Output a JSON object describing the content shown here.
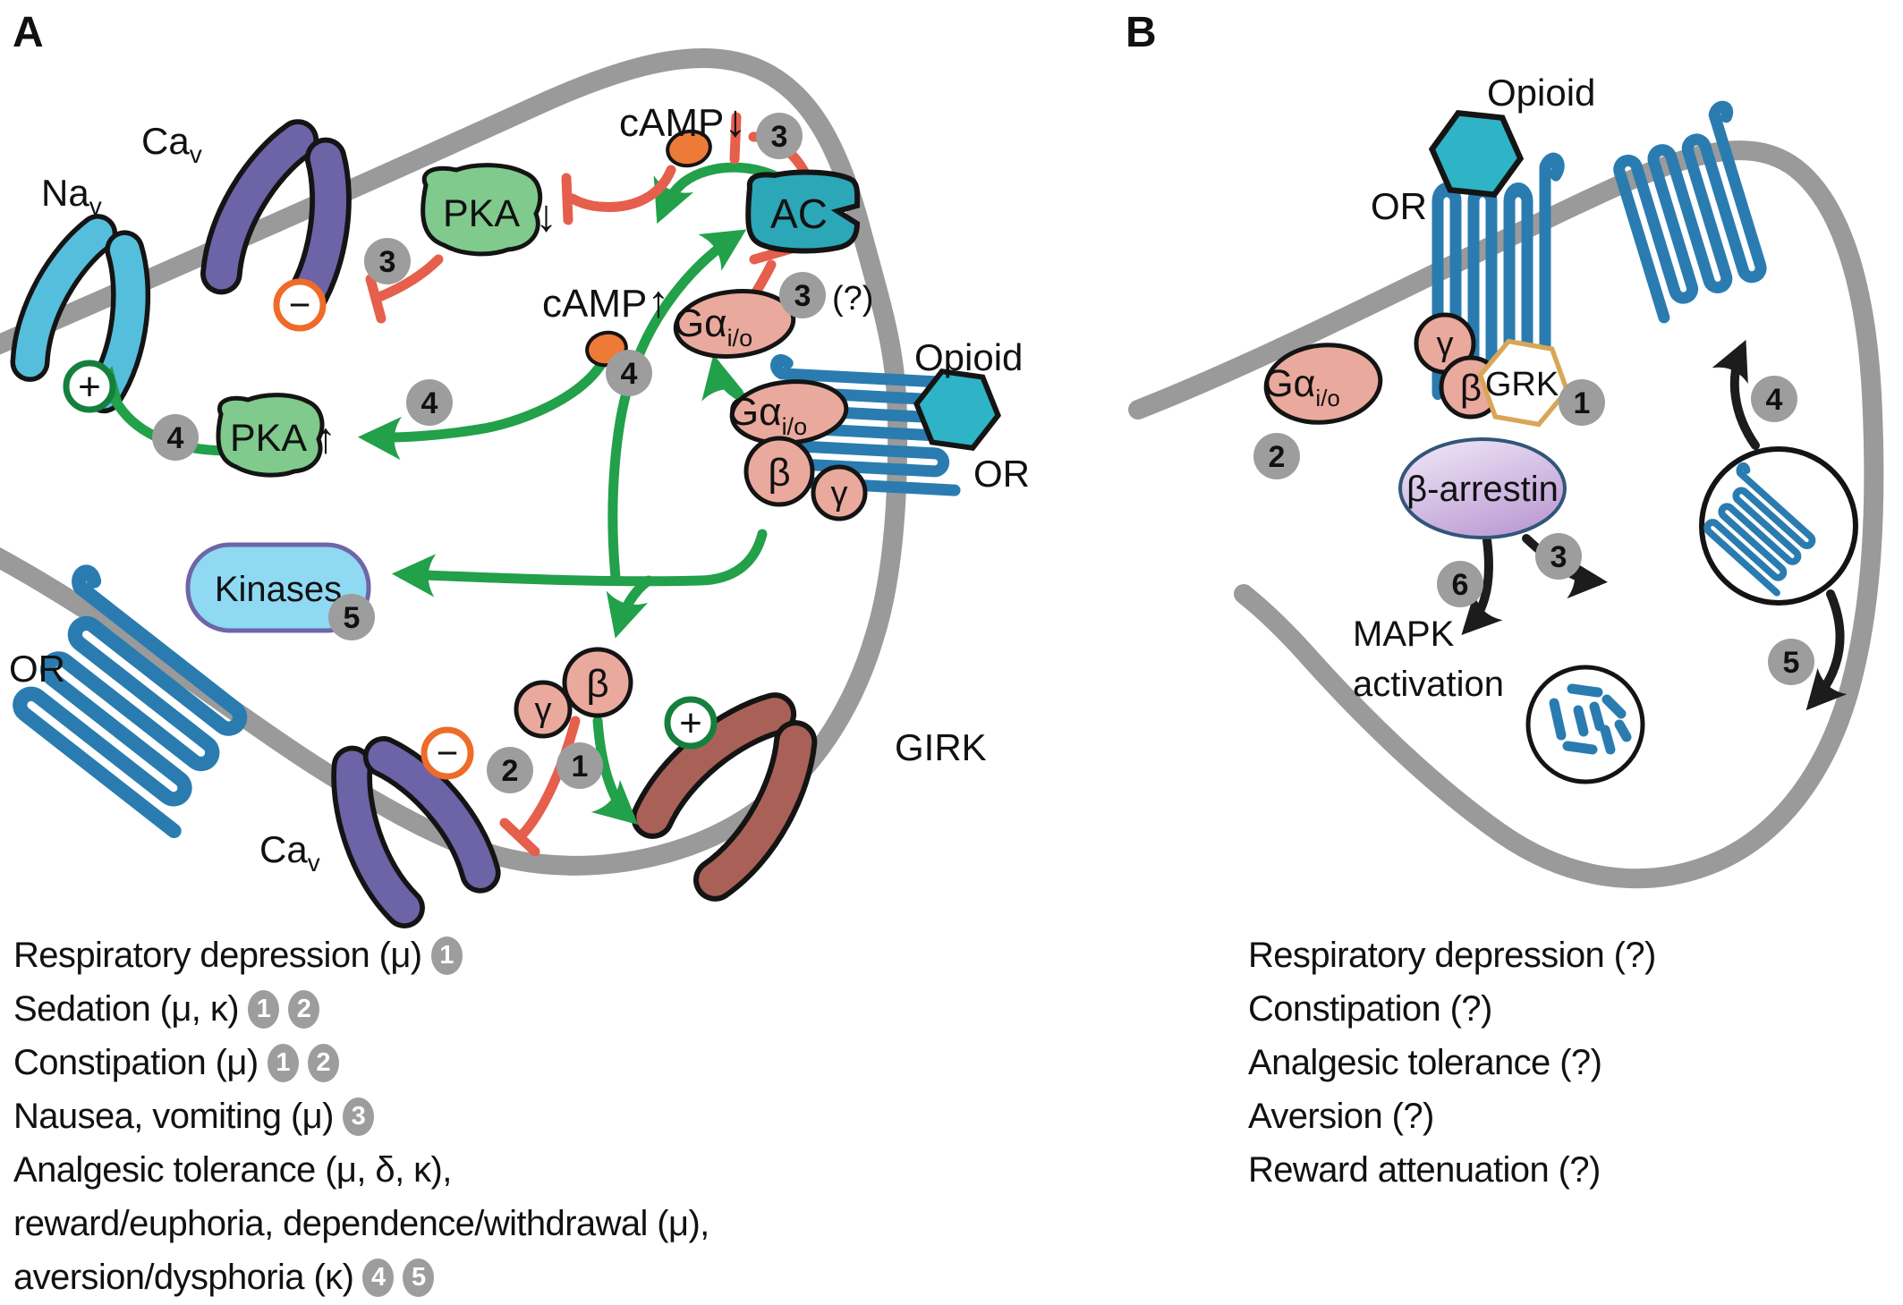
{
  "colors": {
    "membrane": "#9a9a9a",
    "receptor_blue": "#2a7cb0",
    "channel_cyan": "#56bedd",
    "channel_purple": "#6d63a7",
    "channel_brown": "#a96157",
    "pka_green": "#7fca8c",
    "ac_teal": "#2ba7b8",
    "kinases_blue": "#8fd9f2",
    "g_protein_pink": "#eaa99d",
    "camp_orange": "#ee7a38",
    "arrow_green": "#22a04a",
    "inhibit_red": "#e55f4c",
    "arrow_black": "#1c1c1c",
    "badge_gray": "#9d9d9d",
    "plus_green": "#157f3d",
    "minus_orange": "#ef6b28",
    "grk_gold": "#d8a656",
    "arrestin_purple": "#bfa0d6",
    "opioid_teal": "#2fb3c6"
  },
  "panelA": {
    "title": "A",
    "labels": {
      "nav": "Na",
      "nav_sub": "v",
      "cav_top": "Ca",
      "cav_top_sub": "v",
      "pka_upper": "PKA",
      "pka_upper_arrow": "↓",
      "camp_lowered": "cAMP",
      "camp_lowered_arrow": "↓",
      "ac": "AC",
      "camp_raised": "cAMP",
      "camp_raised_arrow": "↑",
      "pka_lower": "PKA",
      "pka_lower_arrow": "↑",
      "galpha_free": "Gα",
      "galpha_free_sub": "i/o",
      "galpha_free_q": "(?)",
      "galpha_coupled": "Gα",
      "galpha_coupled_sub": "i/o",
      "beta_coupled": "β",
      "gamma_coupled": "γ",
      "beta_free": "β",
      "gamma_free": "γ",
      "opioid": "Opioid",
      "or_right": "OR",
      "or_left": "OR",
      "kinases": "Kinases",
      "girk": "GIRK",
      "cav_bottom": "Ca",
      "cav_bottom_sub": "v",
      "plus_nav": "+",
      "minus_cav": "−",
      "plus_girk": "+",
      "minus_cav2": "−"
    },
    "badges": {
      "step3_cav": "3",
      "step3_camp": "3",
      "step3_ac": "3",
      "step4_pka": "4",
      "step4_camp": "4",
      "step4_ac": "4",
      "step5_kinases": "5",
      "step2_cav": "2",
      "step1_girk": "1"
    },
    "effects": [
      {
        "text": "Respiratory depression (μ)",
        "badges": [
          "1"
        ]
      },
      {
        "text": "Sedation (μ, κ)",
        "badges": [
          "1",
          "2"
        ]
      },
      {
        "text": "Constipation (μ)",
        "badges": [
          "1",
          "2"
        ]
      },
      {
        "text": "Nausea, vomiting (μ)",
        "badges": [
          "3"
        ]
      },
      {
        "text": "Analgesic tolerance (μ, δ, κ),",
        "badges": []
      },
      {
        "text": "reward/euphoria, dependence/withdrawal (μ),",
        "badges": []
      },
      {
        "text": "aversion/dysphoria (κ)",
        "badges": [
          "4",
          "5"
        ]
      }
    ]
  },
  "panelB": {
    "title": "B",
    "labels": {
      "opioid": "Opioid",
      "or": "OR",
      "grk": "GRK",
      "galpha": "Gα",
      "galpha_sub": "i/o",
      "beta": "β",
      "gamma": "γ",
      "arrestin": "β-arrestin",
      "mapk_line1": "MAPK",
      "mapk_line2": "activation"
    },
    "badges": {
      "step1": "1",
      "step2": "2",
      "step3": "3",
      "step4": "4",
      "step5": "5",
      "step6": "6"
    },
    "effects": [
      {
        "text": "Respiratory depression (?)"
      },
      {
        "text": "Constipation (?)"
      },
      {
        "text": "Analgesic tolerance (?)"
      },
      {
        "text": "Aversion (?)"
      },
      {
        "text": "Reward attenuation (?)"
      }
    ]
  }
}
